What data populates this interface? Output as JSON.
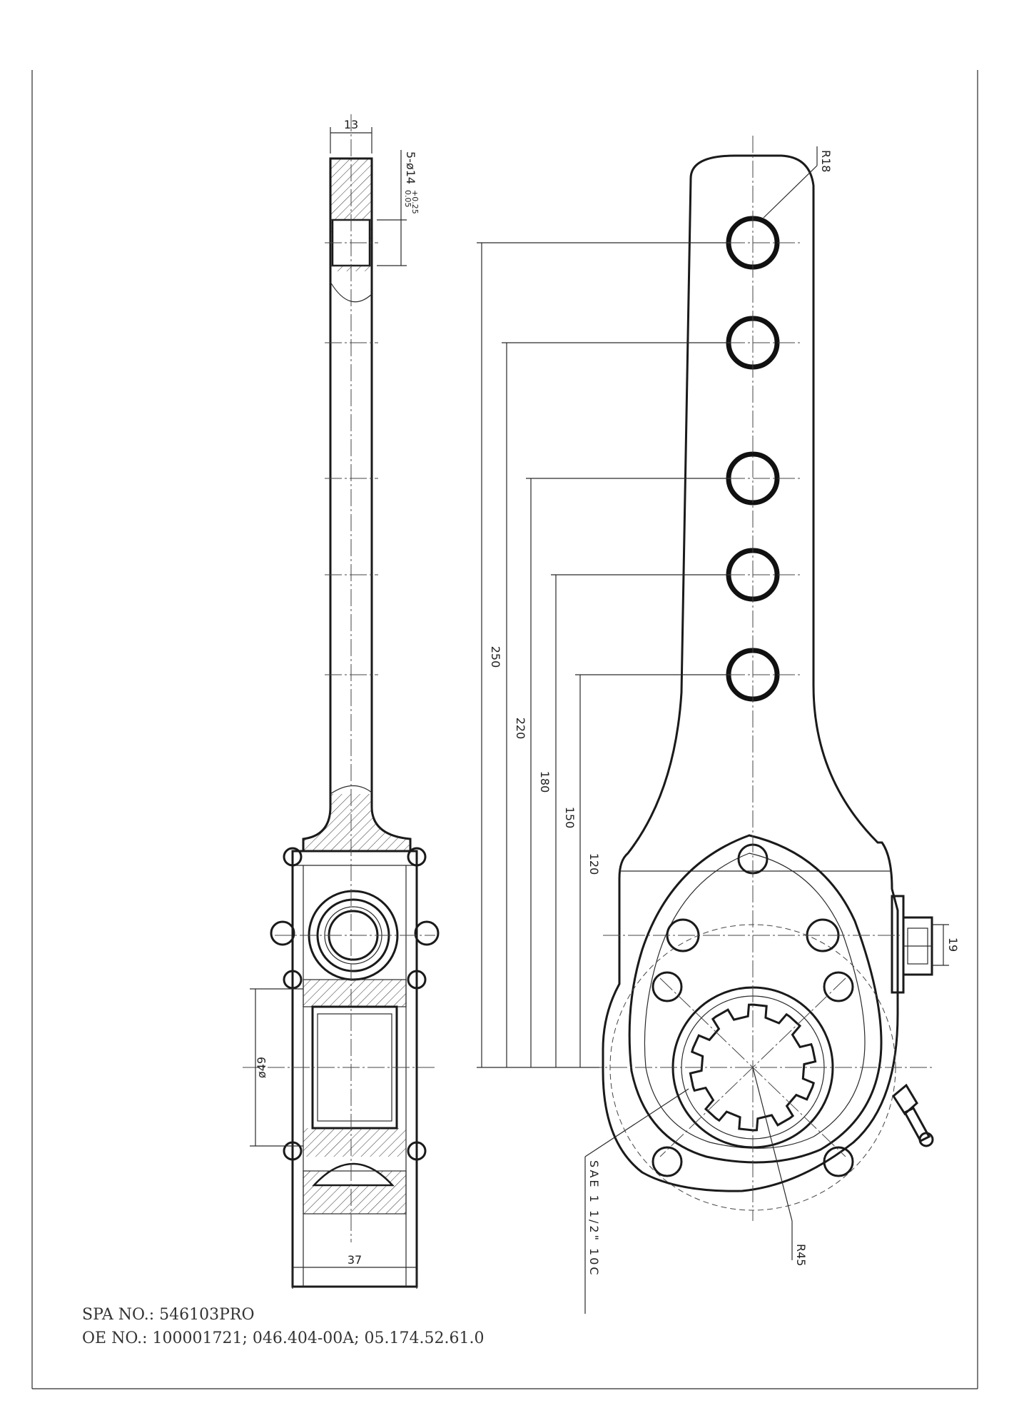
{
  "dimensions": {
    "side_width": "13",
    "holes": "5-ø14",
    "hole_tol_upper": "+0.25",
    "hole_tol_lower": "0.05",
    "body_dia": "ø49",
    "body_width": "37",
    "d250": "250",
    "d220": "220",
    "d180": "180",
    "d150": "150",
    "d120": "120",
    "r18": "R18",
    "r45": "R45",
    "nut": "19",
    "spline": "SAE 1 1/2\" 10C"
  },
  "notes": {
    "spa_no": "SPA NO.: 546103PRO",
    "oe_no": "OE NO.: 100001721; 046.404-00A; 05.174.52.61.0"
  }
}
